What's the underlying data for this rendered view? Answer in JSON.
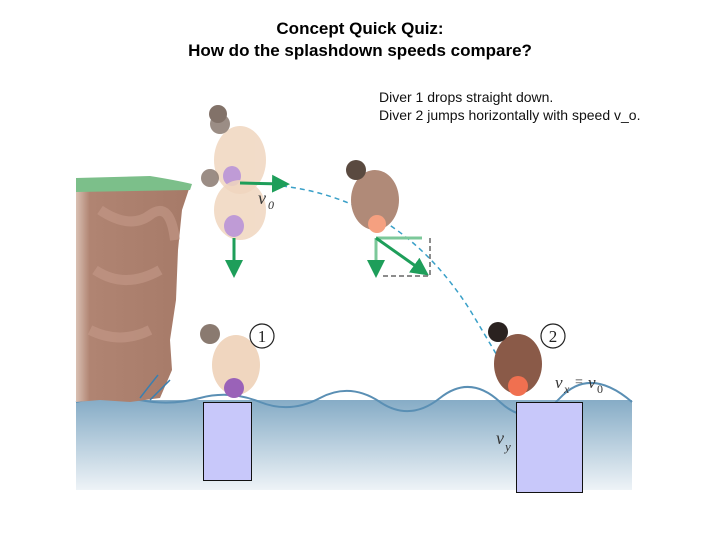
{
  "slide": {
    "title_line1": "Concept Quick Quiz:",
    "title_line2": "How do the splashdown speeds compare?",
    "description_line1": "Diver 1 drops straight down.",
    "description_line2": "Diver 2 jumps horizontally with speed v_o."
  },
  "figure": {
    "labels": {
      "diver1_number": "1",
      "diver2_number": "2",
      "initial_velocity": "v0",
      "vx_equals_v0": "vx = v0",
      "vy": "vy"
    },
    "colors": {
      "arrow_green": "#1e9e5a",
      "water_top": "#86acc6",
      "water_bottom": "#eef3f7",
      "cliff": "#b08472",
      "grass": "#7cbf8a",
      "answer_box_fill": "#c8c8fa",
      "trajectory": "#3aa0c8"
    },
    "answer_boxes": [
      {
        "id": "diver1-box"
      },
      {
        "id": "diver2-box"
      }
    ]
  }
}
